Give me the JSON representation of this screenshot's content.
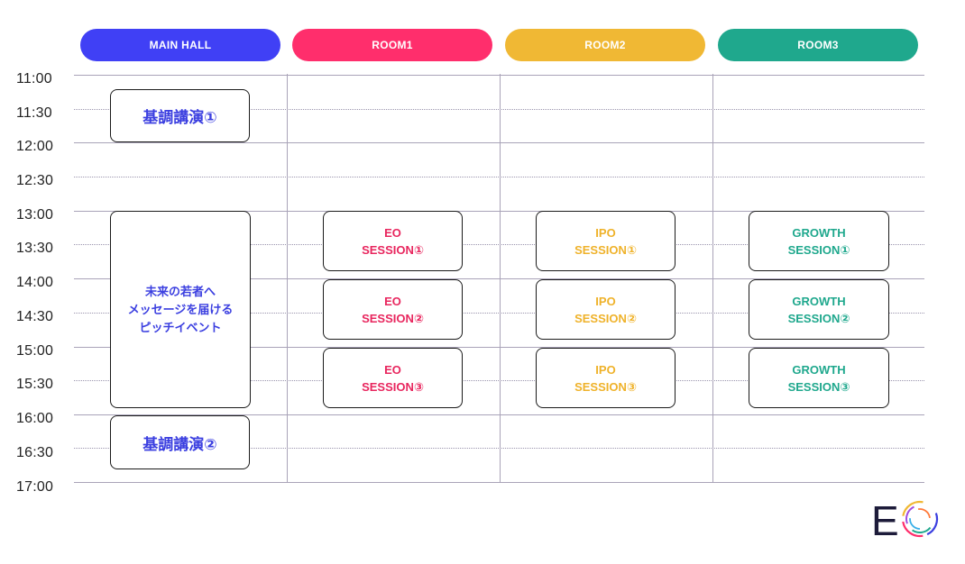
{
  "rooms": [
    {
      "label": "MAIN HALL",
      "color": "#4040f5"
    },
    {
      "label": "ROOM1",
      "color": "#ff2e6c"
    },
    {
      "label": "ROOM2",
      "color": "#f0b834"
    },
    {
      "label": "ROOM3",
      "color": "#1fa88d"
    }
  ],
  "times": [
    "11:00",
    "11:30",
    "12:00",
    "12:30",
    "13:00",
    "13:30",
    "14:00",
    "14:30",
    "15:00",
    "15:30",
    "16:00",
    "16:30",
    "17:00"
  ],
  "main_hall": {
    "keynote1": "基調講演①",
    "pitch_lines": [
      "未来の若者へ",
      "メッセージを届ける",
      "ピッチイベント"
    ],
    "keynote2": "基調講演②"
  },
  "room1": [
    {
      "line1": "EO",
      "line2": "SESSION①"
    },
    {
      "line1": "EO",
      "line2": "SESSION②"
    },
    {
      "line1": "EO",
      "line2": "SESSION③"
    }
  ],
  "room2": [
    {
      "line1": "IPO",
      "line2": "SESSION①"
    },
    {
      "line1": "IPO",
      "line2": "SESSION②"
    },
    {
      "line1": "IPO",
      "line2": "SESSION③"
    }
  ],
  "room3": [
    {
      "line1": "GROWTH",
      "line2": "SESSION①"
    },
    {
      "line1": "GROWTH",
      "line2": "SESSION②"
    },
    {
      "line1": "GROWTH",
      "line2": "SESSION③"
    }
  ],
  "logo": {
    "letter": "E",
    "icon": "eo-ring-logo-icon"
  },
  "colors": {
    "text_dark": "#222222",
    "line": "#a9a3b8"
  }
}
